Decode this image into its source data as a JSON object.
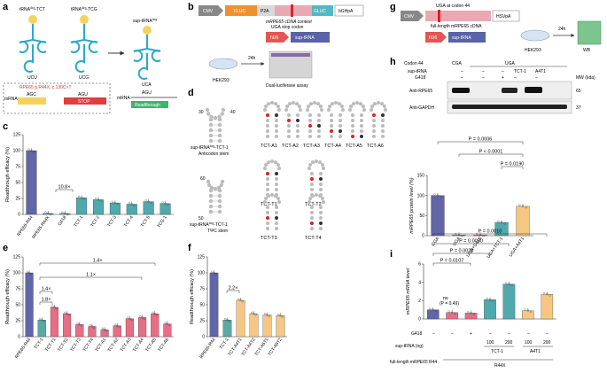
{
  "panels": {
    "a": {
      "label": "a",
      "trna_left_title": "tRNA",
      "trna_left_sup": "Arg",
      "trna_left_suffix": "-TCT",
      "trna_mid_title": "tRNA",
      "trna_mid_sup": "Arg",
      "trna_mid_suffix": "-TCG",
      "sup_title": "sup-tRNA",
      "sup_sup": "Arg",
      "anticodon_left": "UCU",
      "anticodon_mid": "UCG",
      "anticodon_sup": "UCA",
      "mutation": "RPE65",
      "mutation_rest": " p.R44X, c.130C>T",
      "mrna": "mRNA",
      "codon_wt": "AGC",
      "codon_mut": "AGU",
      "stop": "STOP",
      "sup_codon": "AGU",
      "readthrough": "Readthrough",
      "mrna_right": "mRNA"
    },
    "b": {
      "label": "b",
      "cmv": "CMV",
      "fluc": "FLUC",
      "p2a": "P2A",
      "gluc": "GLUC",
      "bghpa": "bGHpA",
      "context1": "mRPE65 cDNA context",
      "context2": "UGA stop codon",
      "hu6": "hU6",
      "sup_trna": "sup-tRNA",
      "cells": "HEK293",
      "time": "24h",
      "assay": "Dual-luciferase assay"
    },
    "c": {
      "label": "c",
      "ylabel": "Readthrough efficacy (%)",
      "fold": "10.8×"
    },
    "d": {
      "label": "d",
      "stem1_title": "sup-tRNA",
      "stem1_sup": "Arg",
      "stem1_rest": "-TCT-1",
      "stem1_sub": "Anticodon stem",
      "stem2_title": "sup-tRNA",
      "stem2_sup": "Arg",
      "stem2_rest": "-TCT-1",
      "stem2_sub": "TΨC stem",
      "n30": "30",
      "n40": "40",
      "n50": "50",
      "n60": "60",
      "variants_a": [
        "TCT-A1",
        "TCT-A2",
        "TCT-A3",
        "TCT-A4",
        "TCT-A5",
        "TCT-A6"
      ],
      "variants_t": [
        "TCT-T1",
        "TCT-T2",
        "TCT-T3",
        "TCT-T4"
      ]
    },
    "e": {
      "label": "e",
      "ylabel": "Readthrough efficacy (%)",
      "folds": [
        "1.4×",
        "1.1×",
        "1.4×",
        "1.8×"
      ]
    },
    "f": {
      "label": "f",
      "ylabel": "Readthrough efficacy (%)",
      "fold": "2.2×"
    },
    "g": {
      "label": "g",
      "uga": "UGA at codon 44",
      "cmv": "CMV",
      "hsvpa": "HSVpA",
      "cdna": "full-length mRPE65 cDNA",
      "hu6": "hU6",
      "sup_trna": "sup-tRNA",
      "cells": "HEK293",
      "time": "24h",
      "wb": "WB"
    },
    "h": {
      "label": "h",
      "row_codon": "Codon 44",
      "cga": "CGA",
      "uga": "UGA",
      "row_sup": "sup-tRNA",
      "row_g418": "G418",
      "sup_vals": [
        "–",
        "–",
        "–",
        "TCT-1",
        "A4T1"
      ],
      "g418_vals": [
        "–",
        "–",
        "+",
        "–",
        "–"
      ],
      "mw": "MW (kda)",
      "band1": "Anti-RPE65",
      "band1_mw": "65",
      "band2": "Anti-GAPDH",
      "band2_mw": "37",
      "p_vals": [
        "P = 0.0006",
        "P < 0.0001",
        "P = 0.0190"
      ],
      "ylabel": "mRPE65 protein level (%)"
    },
    "i": {
      "label": "i",
      "ylabel": "mRPE65 mRNA level",
      "p_vals": [
        "P = 0.0010",
        "P = 0.0030",
        "P = 0.0020",
        "P = 0.0107"
      ],
      "ns": "ns",
      "ns_p": "(P = 0.49)",
      "g418": "G418",
      "g418_vals": [
        "–",
        "–",
        "+",
        "–",
        "–",
        "–",
        "–"
      ],
      "sup_label": "sup-tRNA (ng)",
      "dose": [
        "100",
        "200",
        "100",
        "200"
      ],
      "tct": "TCT-1",
      "a4t1": "A4T1",
      "fl": "full-length",
      "fl_gene": "mRPE65",
      "r44": "R44",
      "r44x": "R44X"
    }
  },
  "chart_data": [
    {
      "panel": "c",
      "type": "bar",
      "categories": [
        "RPE65-R44",
        "RPE65-R44X",
        "G418",
        "TCT-1",
        "TCT-2",
        "TCT-3",
        "TCT-4",
        "TCT-5",
        "TCG-1"
      ],
      "values": [
        100,
        1.5,
        1.5,
        26,
        23,
        18,
        16,
        20,
        17
      ],
      "colors": [
        "#6265a6",
        "#5aa9a5",
        "#5aa9a5",
        "#4fa9ad",
        "#4fa9ad",
        "#4fa9ad",
        "#4fa9ad",
        "#4fa9ad",
        "#4fa9ad"
      ],
      "ylabel": "Readthrough efficacy (%)",
      "ylim": [
        0,
        125
      ],
      "yticks": [
        0,
        25,
        50,
        75,
        100,
        125
      ]
    },
    {
      "panel": "e",
      "type": "bar",
      "categories": [
        "RPE65-R44",
        "TCT-1",
        "TCT-T1",
        "TCT-T2",
        "TCT-T3",
        "TCT-T4",
        "TCT-A1",
        "TCT-A2",
        "TCT-A3",
        "TCT-A4",
        "TCT-A5",
        "TCT-A6"
      ],
      "values": [
        100,
        26,
        46,
        36,
        19,
        16,
        11,
        17,
        28,
        30,
        36,
        20
      ],
      "colors": [
        "#6265a6",
        "#5aa9a5",
        "#e86d86",
        "#e86d86",
        "#e86d86",
        "#e86d86",
        "#e86d86",
        "#e86d86",
        "#e86d86",
        "#e86d86",
        "#e86d86",
        "#e86d86"
      ],
      "ylabel": "Readthrough efficacy (%)",
      "ylim": [
        0,
        125
      ],
      "yticks": [
        0,
        25,
        50,
        75,
        100,
        125
      ]
    },
    {
      "panel": "f",
      "type": "bar",
      "categories": [
        "RPE65-R44",
        "TCT-1",
        "TCT-A4T1",
        "TCT-A4T2",
        "TCT-A5T1",
        "TCT-A5T2"
      ],
      "values": [
        100,
        26,
        57,
        36,
        34,
        33
      ],
      "colors": [
        "#6265a6",
        "#5aa9a5",
        "#f5c783",
        "#f5c783",
        "#f5c783",
        "#f5c783"
      ],
      "ylabel": "Readthrough efficacy (%)",
      "ylim": [
        0,
        125
      ],
      "yticks": [
        0,
        25,
        50,
        75,
        100,
        125
      ]
    },
    {
      "panel": "h",
      "type": "bar",
      "categories": [
        "CGA",
        "UGA",
        "UGA+G418",
        "UGA+TCT-1",
        "UGA+A4T1"
      ],
      "values": [
        100,
        2,
        2,
        33,
        73
      ],
      "colors": [
        "#6265a6",
        "#e86d86",
        "#e86d86",
        "#4fa9ad",
        "#f5c783"
      ],
      "ylabel": "mRPE65 protein level (%)",
      "ylim": [
        0,
        150
      ],
      "yticks": [
        0,
        50,
        100,
        150
      ]
    },
    {
      "panel": "i",
      "type": "bar",
      "categories": [
        "R44",
        "R44X",
        "R44X+G418",
        "TCT-1 100",
        "TCT-1 200",
        "A4T1 100",
        "A4T1 200"
      ],
      "values": [
        1.0,
        0.7,
        0.65,
        2.1,
        3.8,
        0.9,
        2.7
      ],
      "colors": [
        "#6265a6",
        "#e86d86",
        "#e86d86",
        "#4fa9ad",
        "#4fa9ad",
        "#f5c783",
        "#f5c783"
      ],
      "ylabel": "mRPE65 mRNA level",
      "ylim": [
        0,
        6
      ],
      "yticks": [
        0,
        2,
        4,
        6
      ]
    }
  ]
}
